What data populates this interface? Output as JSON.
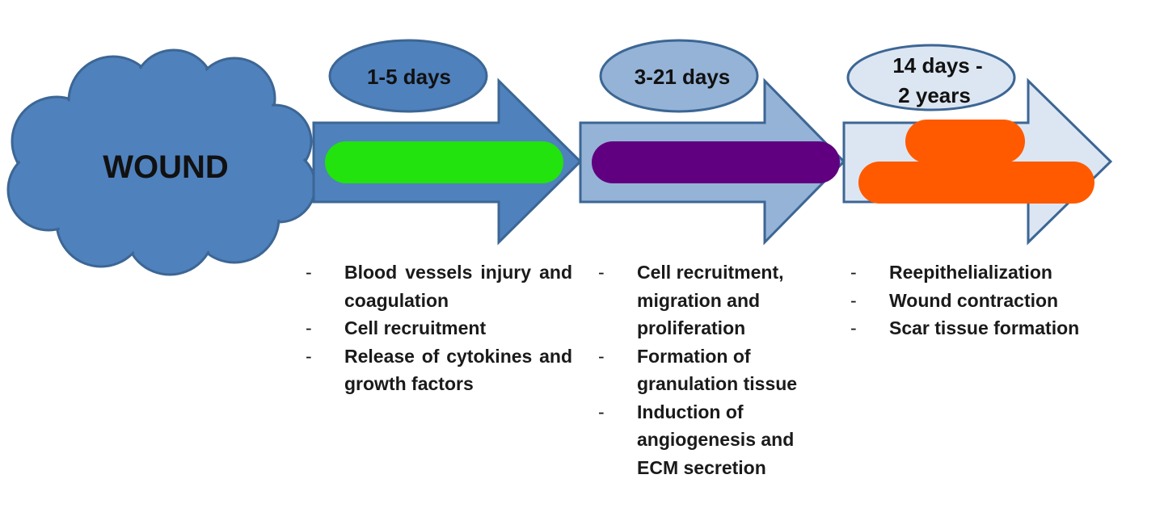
{
  "wound": {
    "label": "WOUND",
    "color": "#4f81bd"
  },
  "phases": [
    {
      "duration": "1-5 days",
      "arrow_color": "#4f81bd",
      "oval_color": "#4f81bd",
      "bar_color": "#22e30d",
      "items": [
        "Blood vessels injury and coagulation",
        "Cell recruitment",
        "Release of cytokines and growth factors"
      ]
    },
    {
      "duration": "3-21 days",
      "arrow_color": "#95b3d7",
      "oval_color": "#95b3d7",
      "bar_color": "#600080",
      "items": [
        "Cell recruitment, migration and proliferation",
        "Formation of granulation tissue",
        "Induction of angiogenesis and ECM secretion"
      ]
    },
    {
      "duration_line1": "14 days -",
      "duration_line2": "2 years",
      "arrow_color": "#dce6f2",
      "oval_color": "#dce6f2",
      "bar_color": "#ff5a00",
      "items": [
        "Reepithelialization",
        "Wound contraction",
        "Scar tissue formation"
      ]
    }
  ]
}
